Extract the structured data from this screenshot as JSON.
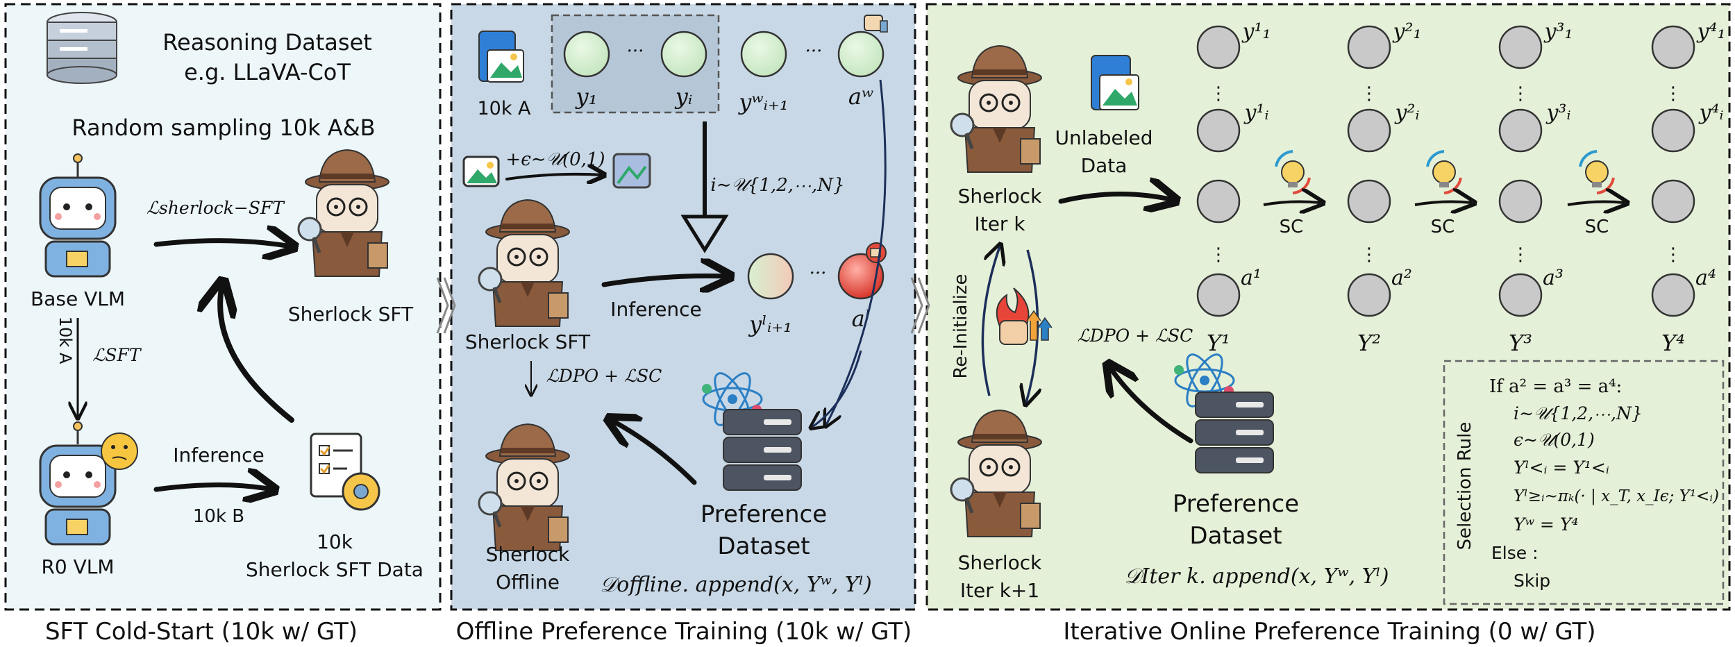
{
  "panels": {
    "sft": {
      "caption": "SFT Cold-Start (10k w/ GT)",
      "dataset_line1": "Reasoning Dataset",
      "dataset_line2": "e.g. LLaVA-CoT",
      "sampling": "Random sampling 10k A&B",
      "base_vlm": "Base VLM",
      "r0_vlm": "R0 VLM",
      "sherlock_sft": "Sherlock SFT",
      "loss_sherlock_sft": "ℒsherlock−SFT",
      "loss_sft": "ℒSFT",
      "split_a": "10k A",
      "inference": "Inference",
      "split_b": "10k B",
      "sft_data_line1": "10k",
      "sft_data_line2": "Sherlock SFT Data"
    },
    "offline": {
      "caption": "Offline Preference Training (10k w/ GT)",
      "split_a": "10k A",
      "y1": "y₁",
      "yi": "yᵢ",
      "yw_next": "yʷᵢ₊₁",
      "aw": "aʷ",
      "dots": "···",
      "noise": "+ϵ∼𝒰(0,1)",
      "index_sample": "i∼𝒰{1,2,⋯,N}",
      "inference": "Inference",
      "yl_next": "yˡᵢ₊₁",
      "al": "aˡ",
      "sherlock_sft": "Sherlock SFT",
      "loss": "ℒDPO + ℒSC",
      "offline_line1": "Sherlock",
      "offline_line2": "Offline",
      "pref_line1": "Preference",
      "pref_line2": "Dataset",
      "append_formula": "𝒟offline. append(x, Yʷ, Yˡ)"
    },
    "online": {
      "caption": "Iterative Online Preference Training (0 w/ GT)",
      "iter_k_line1": "Sherlock",
      "iter_k_line2": "Iter k",
      "unlabeled_line1": "Unlabeled",
      "unlabeled_line2": "Data",
      "reinit": "Re-Initialize",
      "loss": "ℒDPO + ℒSC",
      "iter_k1_line1": "Sherlock",
      "iter_k1_line2": "Iter k+1",
      "pref_line1": "Preference",
      "pref_line2": "Dataset",
      "append_formula": "𝒟Iter k. append(x, Yʷ, Yˡ)",
      "sc": "SC",
      "columns": [
        {
          "top": "y¹₁",
          "mid": "y¹ᵢ",
          "ans": "a¹",
          "cap": "Y¹"
        },
        {
          "top": "y²₁",
          "mid": "y²ᵢ",
          "ans": "a²",
          "cap": "Y²"
        },
        {
          "top": "y³₁",
          "mid": "y³ᵢ",
          "ans": "a³",
          "cap": "Y³"
        },
        {
          "top": "y⁴₁",
          "mid": "y⁴ᵢ",
          "ans": "a⁴",
          "cap": "Y⁴"
        }
      ],
      "rule_title": "Selection Rule",
      "rule_lines": [
        "If a² = a³ = a⁴:",
        "i∼𝒰{1,2,⋯,N}",
        "ϵ∼𝒰(0,1)",
        "Yˡ<ᵢ = Y¹<ᵢ",
        "Yˡ≥ᵢ∼πₖ(· | x_T, x_Iϵ; Y¹<ᵢ)",
        "Yʷ = Y⁴",
        "Else :",
        "Skip"
      ]
    }
  },
  "colors": {
    "panel1_bg": "#edf6f9",
    "panel2_bg": "#c8d8e6",
    "panel3_bg": "#e5f0d8",
    "node_gray": "#c9c9c9",
    "node_green": "#d6efd3",
    "hat_brown": "#8a5a3c",
    "robot_blue": "#6ea6d8"
  }
}
